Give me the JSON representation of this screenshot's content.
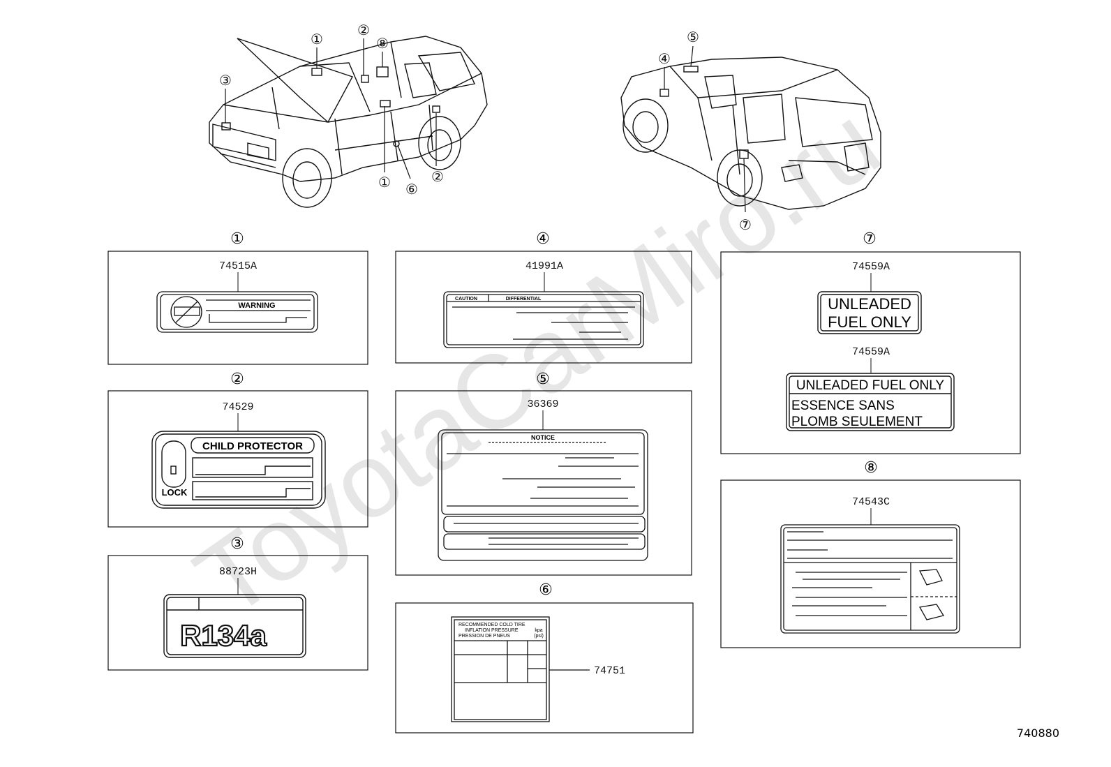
{
  "watermark": "ToyotaCarMiro.ru",
  "diagram_id": "740880",
  "panels": [
    {
      "num": "①",
      "part": "74515A",
      "label_text": "WARNING"
    },
    {
      "num": "②",
      "part": "74529",
      "label_title": "CHILD PROTECTOR",
      "label_lock": "LOCK"
    },
    {
      "num": "③",
      "part": "88723H",
      "label_text": "R134a"
    },
    {
      "num": "④",
      "part": "41991A",
      "label_caution": "CAUTION",
      "label_diff": "DIFFERENTIAL"
    },
    {
      "num": "⑤",
      "part": "36369",
      "label_text": "NOTICE"
    },
    {
      "num": "⑥",
      "part": "74751",
      "label_lines": [
        "RECOMMENDED COLD TIRE",
        "INFLATION PRESSURE",
        "PRESSION DE PNEUS"
      ],
      "unit_1": "kpa",
      "unit_2": "(psi)"
    },
    {
      "num": "⑦",
      "part_top": "74559A",
      "label_top_1": "UNLEADED",
      "label_top_2": "FUEL ONLY",
      "part_bottom": "74559A",
      "label_bottom_1": "UNLEADED FUEL ONLY",
      "label_bottom_2": "ESSENCE  SANS",
      "label_bottom_3": "PLOMB  SEULEMENT"
    },
    {
      "num": "⑧",
      "part": "74543C"
    }
  ],
  "callouts": {
    "front": [
      "①",
      "②",
      "⑧",
      "③",
      "①",
      "⑥",
      "②"
    ],
    "rear": [
      "④",
      "⑤",
      "⑦"
    ]
  }
}
